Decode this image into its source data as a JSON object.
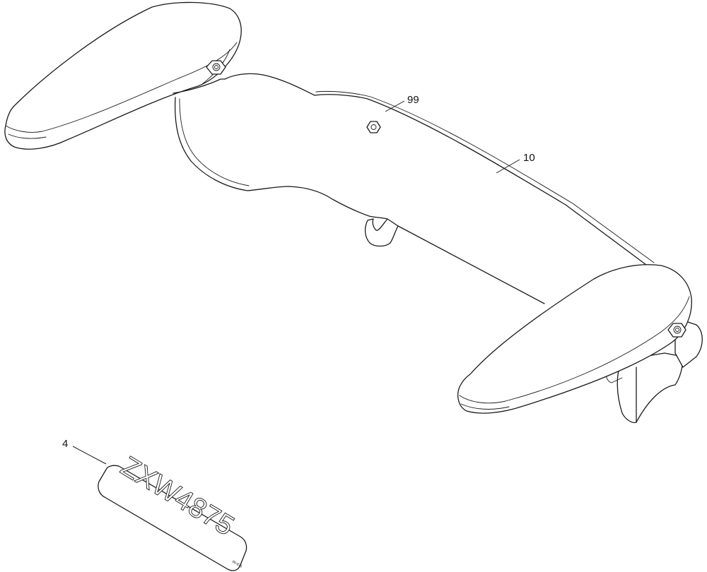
{
  "callouts": {
    "c99": "99",
    "c10": "10",
    "c4": "4"
  },
  "decal": {
    "text": "ZXW4875",
    "small_text": "90-875"
  }
}
